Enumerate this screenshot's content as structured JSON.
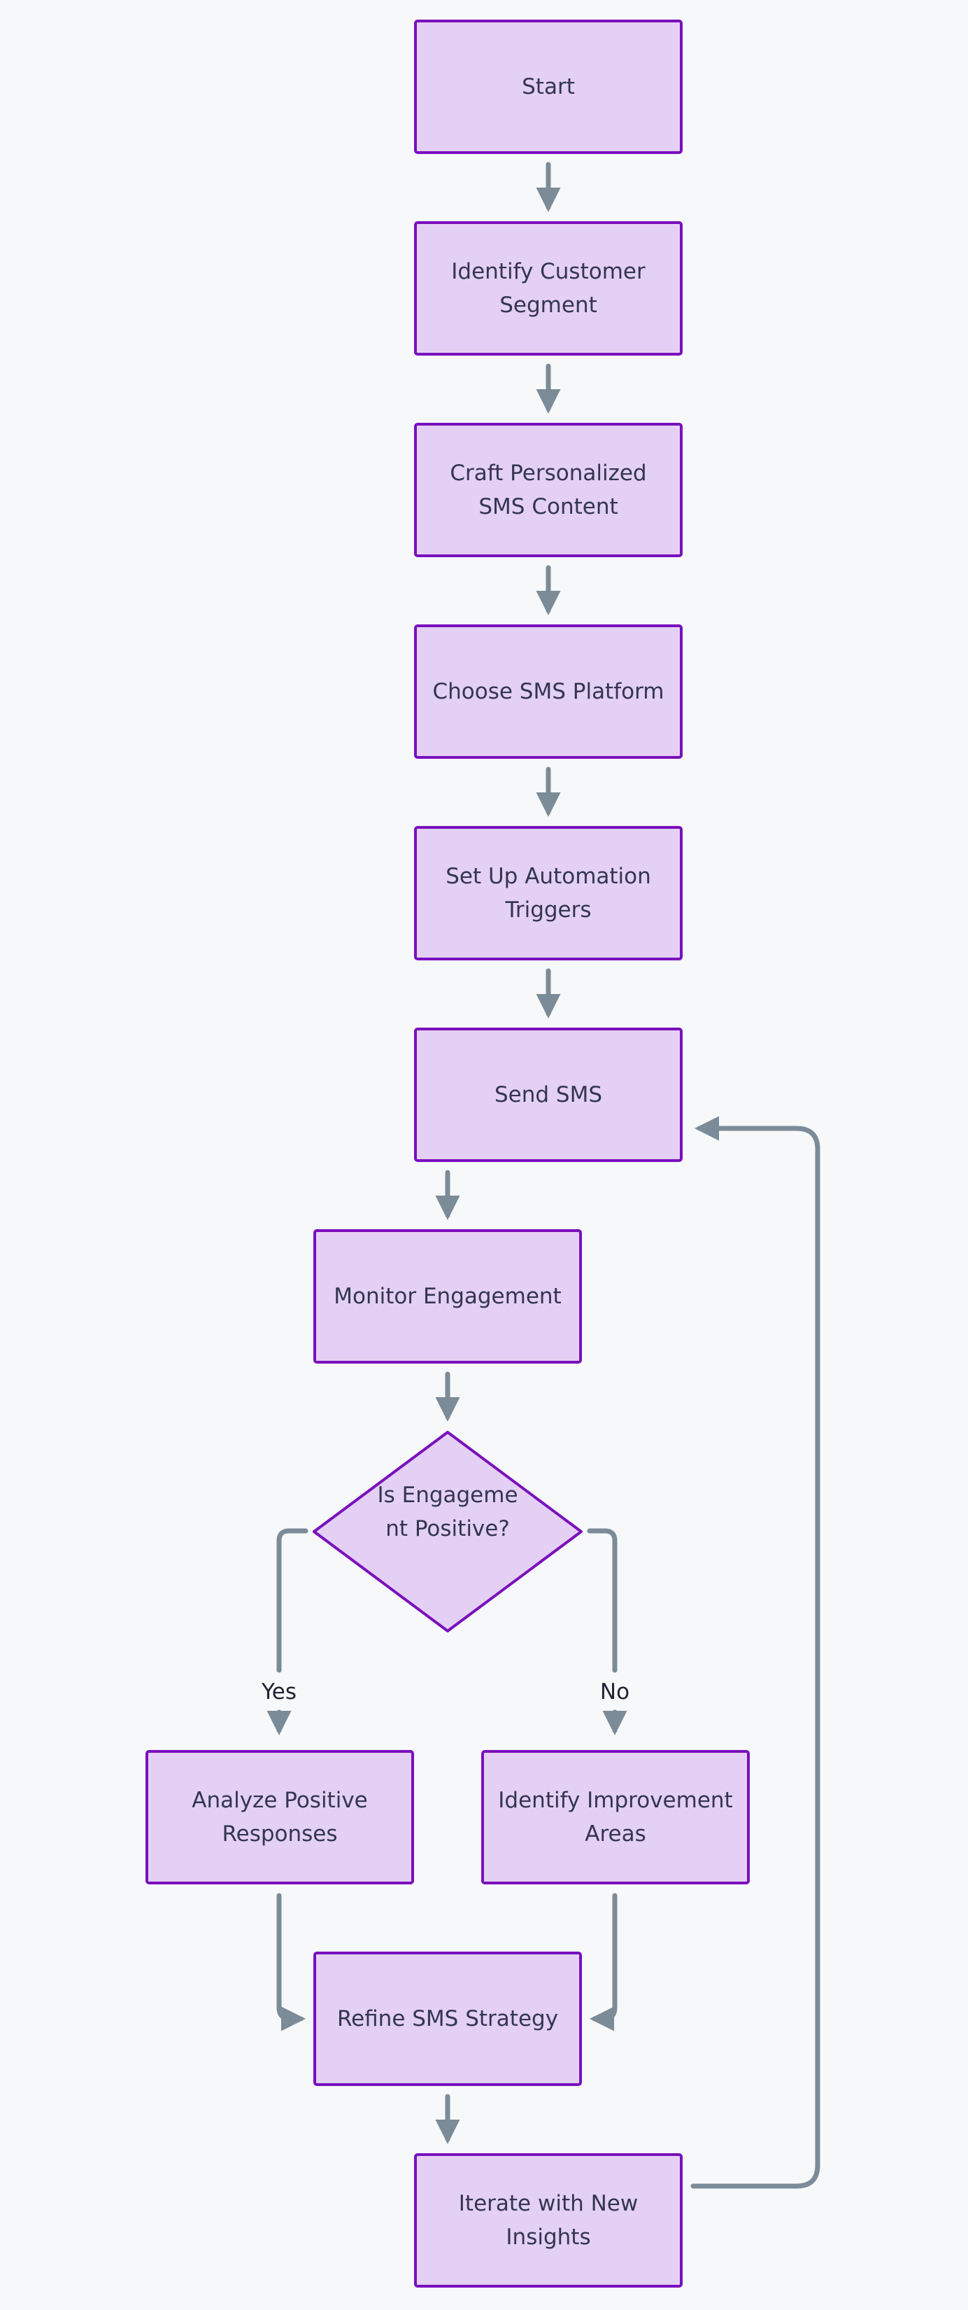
{
  "colors": {
    "background": "#f6f8fa",
    "node_fill": "#e4d0f4",
    "node_border": "#7a10bd",
    "edge": "#7b8b98",
    "text": "#333650"
  },
  "nodes": {
    "start": "Start",
    "identify_segment": "Identify Customer Segment",
    "craft_content": "Craft Personalized SMS Content",
    "choose_platform": "Choose SMS Platform",
    "setup_triggers": "Set Up Automation Triggers",
    "send_sms": "Send SMS",
    "monitor": "Monitor Engagement",
    "decision": "Is Engagement Positive?",
    "analyze_positive": "Analyze Positive Responses",
    "identify_improvement": "Identify Improvement Areas",
    "refine": "Refine SMS Strategy",
    "iterate": "Iterate with New Insights"
  },
  "edge_labels": {
    "yes": "Yes",
    "no": "No"
  }
}
